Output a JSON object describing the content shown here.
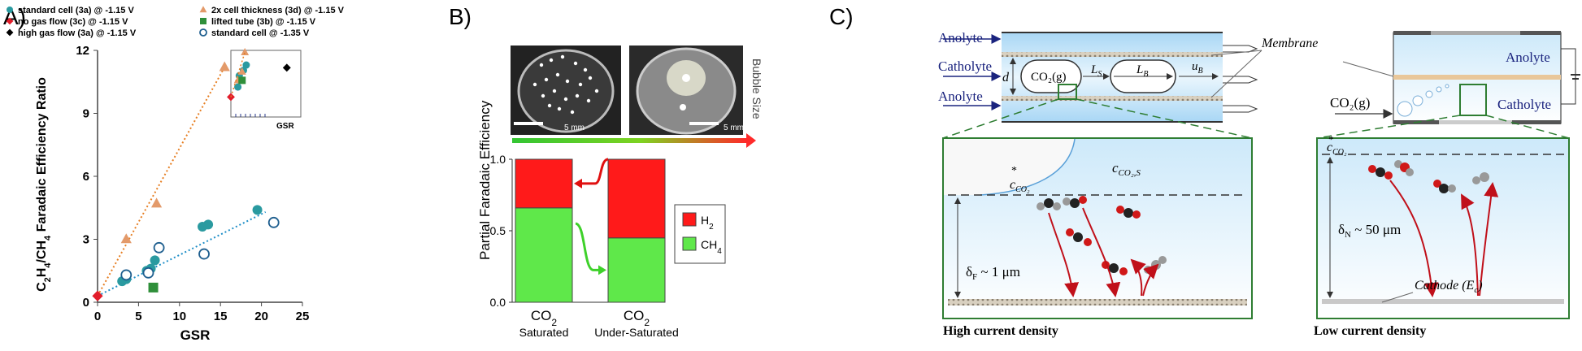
{
  "panel_a": {
    "label": "A)",
    "legend": [
      {
        "text": "standard cell (3a) @ -1.15 V",
        "marker": "circle",
        "color": "#2a9aa0"
      },
      {
        "text": "2x cell thickness (3d) @ -1.15 V",
        "marker": "triangle",
        "color": "#e39a6a"
      },
      {
        "text": "no gas flow (3c) @ -1.15 V",
        "marker": "diamond",
        "color": "#e21c2a"
      },
      {
        "text": "lifted tube (3b) @ -1.15 V",
        "marker": "square",
        "color": "#2f8f3a"
      },
      {
        "text": "high gas flow (3a) @ -1.15 V",
        "marker": "diamond",
        "color": "#000000"
      },
      {
        "text": "standard cell @ -1.35 V",
        "marker": "open-circle",
        "color": "#1f5f8f"
      }
    ],
    "chart_data": {
      "type": "scatter",
      "xlabel": "GSR",
      "ylabel": "C2H4/CH4 Faradaic Efficiency Ratio",
      "xlim": [
        0,
        25
      ],
      "ylim": [
        0,
        12
      ],
      "xticks": [
        "0",
        "5",
        "10",
        "15",
        "20",
        "25"
      ],
      "yticks": [
        "0",
        "3",
        "6",
        "9",
        "12"
      ],
      "series": [
        {
          "name": "standard cell (3a) @ -1.15 V",
          "points": [
            [
              3.0,
              1.0
            ],
            [
              3.5,
              1.1
            ],
            [
              6.0,
              1.5
            ],
            [
              6.5,
              1.6
            ],
            [
              7.0,
              2.0
            ],
            [
              12.8,
              3.6
            ],
            [
              13.5,
              3.7
            ],
            [
              19.5,
              4.4
            ]
          ]
        },
        {
          "name": "2x cell thickness (3d) @ -1.15 V",
          "points": [
            [
              3.5,
              3.0
            ],
            [
              7.2,
              4.7
            ],
            [
              15.5,
              11.2
            ]
          ]
        },
        {
          "name": "no gas flow (3c) @ -1.15 V",
          "points": [
            [
              0,
              0.3
            ]
          ]
        },
        {
          "name": "lifted tube (3b) @ -1.15 V",
          "points": [
            [
              6.8,
              0.7
            ]
          ]
        },
        {
          "name": "standard cell @ -1.35 V",
          "points": [
            [
              3.5,
              1.3
            ],
            [
              6.2,
              1.4
            ],
            [
              7.5,
              2.6
            ],
            [
              13.0,
              2.3
            ],
            [
              21.5,
              3.8
            ]
          ]
        }
      ],
      "fits": [
        {
          "series": "standard cell (3a) @ -1.15 V",
          "from": [
            0,
            0.3
          ],
          "to": [
            20.5,
            4.3
          ],
          "color": "#1f8fc8"
        },
        {
          "series": "2x cell thickness (3d) @ -1.15 V",
          "from": [
            0,
            0.3
          ],
          "to": [
            15.5,
            11.2
          ],
          "color": "#e67e22"
        }
      ],
      "inset": {
        "xlabel": "GSR",
        "points": [
          {
            "series": "no gas flow (3c) @ -1.15 V",
            "x": 0.0,
            "y": 0.3
          },
          {
            "series": "standard cell (3a) @ -1.15 V",
            "x": 0.1,
            "y": 0.45
          },
          {
            "series": "standard cell (3a) @ -1.15 V",
            "x": 0.12,
            "y": 0.62
          },
          {
            "series": "standard cell (3a) @ -1.15 V",
            "x": 0.18,
            "y": 0.7
          },
          {
            "series": "standard cell (3a) @ -1.15 V",
            "x": 0.22,
            "y": 0.78
          },
          {
            "series": "2x cell thickness (3d) @ -1.15 V",
            "x": 0.1,
            "y": 0.55
          },
          {
            "series": "2x cell thickness (3d) @ -1.15 V",
            "x": 0.16,
            "y": 0.68
          },
          {
            "series": "2x cell thickness (3d) @ -1.15 V",
            "x": 0.2,
            "y": 0.97
          },
          {
            "series": "high gas flow (3a) @ -1.15 V",
            "x": 0.8,
            "y": 0.74
          },
          {
            "series": "lifted tube (3b) @ -1.15 V",
            "x": 0.16,
            "y": 0.55
          }
        ]
      }
    }
  },
  "panel_b": {
    "label": "B)",
    "photo_scale": "5 mm",
    "bubble_size_label": "Bubble Size",
    "chart_data": {
      "type": "bar",
      "ylabel": "Partial Faradaic Efficiency",
      "yticks": [
        "0.0",
        "0.5",
        "1.0"
      ],
      "ylim": [
        0,
        1.0
      ],
      "categories": [
        [
          "CO",
          "2",
          " Saturated"
        ],
        [
          "CO",
          "2",
          " Under-Saturated"
        ]
      ],
      "series": [
        {
          "name": "CH",
          "subscript": "4",
          "values": [
            0.66,
            0.45
          ],
          "color": "#5fe84a"
        },
        {
          "name": "H",
          "subscript": "2",
          "values": [
            0.34,
            0.55
          ],
          "color": "#ff1a1a"
        }
      ]
    }
  },
  "panel_c": {
    "label": "C)",
    "left_cell": {
      "anolyte_top": "Anolyte",
      "catholyte": "Catholyte",
      "anolyte_bottom": "Anolyte",
      "d_label": "d",
      "co2_bubble": "CO₂(g)",
      "ls_label": "L",
      "ls_sub": "S",
      "lb_label": "L",
      "lb_sub": "B",
      "ub_label": "u",
      "ub_sub": "B",
      "membrane_label": "Membrane"
    },
    "right_cell": {
      "anolyte": "Anolyte",
      "catholyte": "Catholyte",
      "co2_in": "CO₂(g)"
    },
    "zoom_high": {
      "c_star": "c",
      "c_star_sub": "CO₂",
      "c_s": "c",
      "c_s_sub": "CO₂,S",
      "delta": "δ",
      "delta_sub": "F",
      "delta_value": " ~ 1 μm",
      "caption": "High current density"
    },
    "zoom_low": {
      "c_star": "c",
      "c_star_sub": "CO₂",
      "delta": "δ",
      "delta_sub": "N",
      "delta_value": " ~ 50 μm",
      "cathode_label": "Cathode (E",
      "cathode_sub": "c",
      "caption": "Low current density"
    }
  }
}
